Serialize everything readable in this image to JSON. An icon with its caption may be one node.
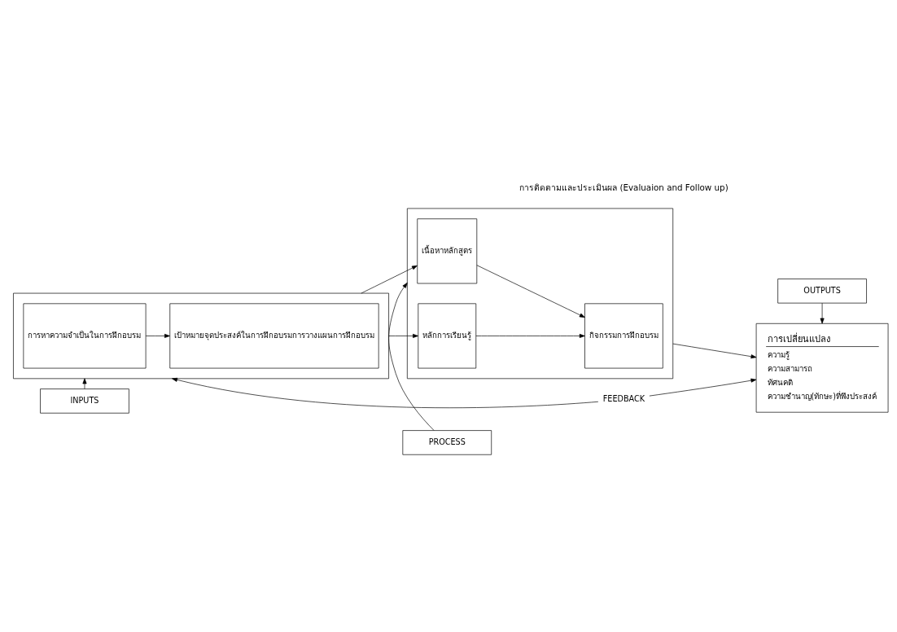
{
  "diagram": {
    "nodes": [
      {
        "text": [
          "INPUTS"
        ]
      },
      {
        "text": [
          "PROCESS"
        ]
      },
      {
        "text": [
          "OUTPUTS"
        ]
      },
      {
        "text": [],
        "shape": "box"
      },
      {
        "text": [
          "การหาความจำเป็นในการฝึกอบรม"
        ],
        "in": 3
      },
      {
        "text": [
          "เป้าหมายจุดประสงค์ในการฝึกอบรมการวางแผนการฝึกอบรม"
        ],
        "in": 3
      },
      {
        "text": [],
        "shape": "box"
      },
      {
        "text": [
          "เนื้อหาหลักสูตร"
        ],
        "in": 6
      },
      {
        "text": [
          "หลักการเรียนรู้"
        ],
        "in": 6
      },
      {
        "text": [
          "กิจกรรมการฝึกอบรม"
        ],
        "in": 6
      },
      {
        "text": [
          "การเปลี่ยนแปลง",
          "ความรู้",
          "ความสามารถ",
          "ทัศนคติ",
          "ความชำนาญ(ทักษะ)ที่พึงประสงค์"
        ]
      },
      {
        "text": [
          "FEEDBACK"
        ]
      }
    ],
    "edges": [
      {
        "from": 0,
        "to": 3,
        "arrow": "to"
      },
      {
        "from": 1,
        "to": 6,
        "arrow": "to"
      },
      {
        "from": 2,
        "to": 10,
        "arrow": "to"
      },
      {
        "from": 4,
        "to": 5,
        "arrow": "to"
      },
      {
        "from": 3,
        "to": 7,
        "arrow": "to"
      },
      {
        "from": 3,
        "to": 8,
        "arrow": "to"
      },
      {
        "from": 7,
        "to": 9,
        "arrow": "to"
      },
      {
        "from": 8,
        "to": 9,
        "arrow": "to"
      },
      {
        "from": 6,
        "to": 10,
        "arrow": "to"
      },
      {
        "from": 11,
        "to": 3,
        "arrow": "to"
      },
      {
        "from": 11,
        "to": 10,
        "arrow": "to"
      }
    ],
    "labels": [
      "การติดตามและประเมินผล (Evaluaion and Follow up)"
    ]
  }
}
